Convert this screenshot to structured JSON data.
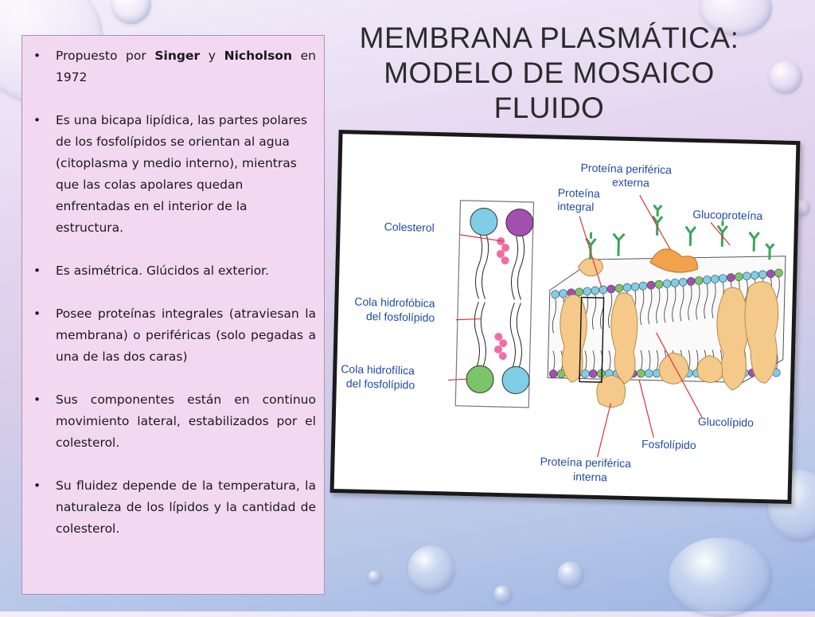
{
  "title": {
    "line1": "MEMBRANA PLASMÁTICA:",
    "line2": "MODELO DE MOSAICO",
    "line3": "FLUIDO"
  },
  "bullets": [
    {
      "pre": "Propuesto por ",
      "b1": "Singer",
      "mid": " y ",
      "b2": "Nicholson",
      "post": " en 1972"
    },
    {
      "text": "Es una bicapa lipídica, las partes polares de los fosfolípidos se orientan al agua (citoplasma y medio interno), mientras que las colas apolares quedan enfrentadas en el interior de la estructura."
    },
    {
      "text": "Es asimétrica. Glúcidos al exterior."
    },
    {
      "text": "Posee proteínas integrales (atraviesan la membrana) o periféricas (solo pegadas a una de las dos caras)"
    },
    {
      "text": "Sus componentes están en continuo movimiento lateral, estabilizados por el colesterol."
    },
    {
      "text": "Su fluidez depende de la temperatura, la naturaleza de los lípidos y la cantidad de colesterol."
    }
  ],
  "bullet_glyph": "•",
  "diagram": {
    "labels": {
      "peripheral_external_1": "Proteína periférica",
      "peripheral_external_2": "externa",
      "integral_1": "Proteína",
      "integral_2": "integral",
      "glycoprotein": "Glucoproteína",
      "cholesterol": "Colesterol",
      "hydrophobic_1": "Cola hidrofóbica",
      "hydrophobic_2": "del fosfolípido",
      "hydrophilic_1": "Cola hidrofílica",
      "hydrophilic_2": "del fosfolípido",
      "glycolipid": "Glucolípido",
      "phospholipid": "Fosfolípido",
      "peripheral_internal_1": "Proteína periférica",
      "peripheral_internal_2": "interna"
    },
    "colors": {
      "label_text": "#1f4aa8",
      "leader_line": "#e0323a",
      "protein": "#f5c98a",
      "protein_orange": "#f2a24a",
      "glycan": "#3aa55c",
      "head_blue": "#7fcde6",
      "head_purple": "#a24fb0",
      "head_green": "#7cc46a",
      "cholesterol": "#ef6fa4"
    }
  }
}
